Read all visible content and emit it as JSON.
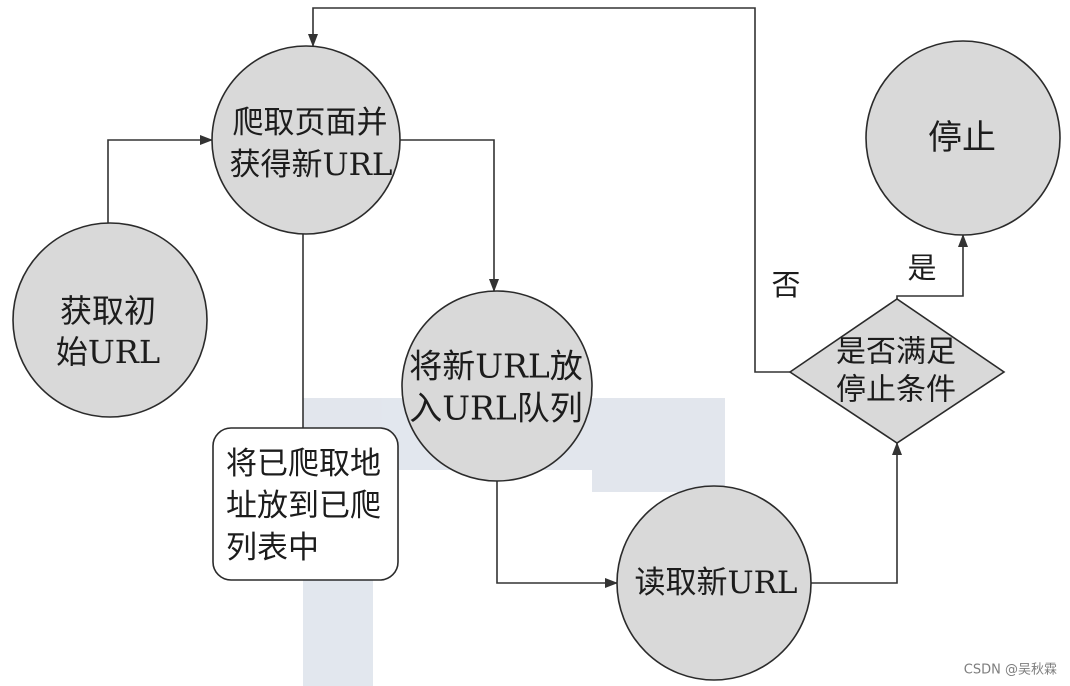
{
  "nodes": {
    "get_initial_url": {
      "lines": [
        "获取初",
        "始URL"
      ]
    },
    "crawl_page": {
      "lines": [
        "爬取页面并",
        "获得新URL"
      ]
    },
    "record_crawled": {
      "lines": [
        "将已爬取地",
        "址放到已爬",
        "列表中"
      ]
    },
    "enqueue_url": {
      "lines": [
        "将新URL放",
        "入URL队列"
      ]
    },
    "read_new_url": {
      "lines": [
        "读取新URL"
      ]
    },
    "check_stop": {
      "lines": [
        "是否满足",
        "停止条件"
      ]
    },
    "stop": {
      "lines": [
        "停止"
      ]
    }
  },
  "edge_labels": {
    "no": "否",
    "yes": "是"
  },
  "credit": "CSDN @吴秋霖",
  "colors": {
    "node_fill": "#d9d9d9",
    "box_fill": "#ffffff",
    "outline": "#2b2b2b",
    "line": "#333333",
    "text": "#1c1c1c",
    "watermark_logo": "#dfe4ec",
    "credit_text": "#7d7d7d"
  }
}
